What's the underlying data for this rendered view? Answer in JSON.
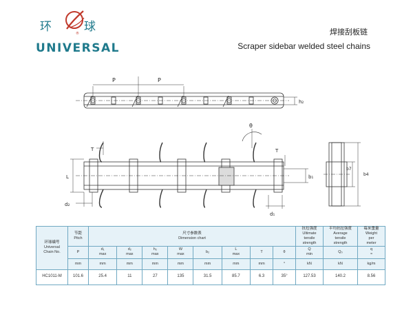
{
  "brand": {
    "cn_left": "环",
    "cn_right": "球",
    "en": "UNIVERSAL",
    "accent_color": "#1f7a8c",
    "mark_color": "#c0392b"
  },
  "title": {
    "cn": "焊接刮板链",
    "en": "Scraper sidebar welded steel chains"
  },
  "drawing": {
    "dim_pitch": "P",
    "dim_h2": "h₂",
    "dim_theta": "θ",
    "dim_t": "T",
    "dim_l": "L",
    "dim_d1": "d₁",
    "dim_d2": "d₂",
    "dim_b1": "b₁",
    "dim_b4": "b4",
    "dim_b7": "b7"
  },
  "table": {
    "col_chain_no": "环球编号\nUniversal\nChain No.",
    "col_pitch": "节距\nPitch",
    "col_dimension": "尺寸参数表\nDimension chart",
    "col_strength": "抗拉强度\nUltimate\ntensile\nstrength",
    "col_avg_strength": "平均抗拉强度\nAverage\ntensile\nstrength",
    "col_weight": "每米重量\nWeight\nper\nmeter",
    "sym": [
      "P",
      "d₁\nmax",
      "d₂\nmax",
      "h₂\nmax",
      "W\nmax",
      "b₂",
      "L\nmax",
      "T",
      "θ",
      "Q\nmin",
      "Q₀",
      "q\n≈"
    ],
    "units": [
      "mm",
      "mm",
      "mm",
      "mm",
      "mm",
      "mm",
      "mm",
      "mm",
      "°",
      "kN",
      "kN",
      "kg/m"
    ],
    "row": {
      "chain_no": "HC1011-M",
      "values": [
        "101.6",
        "25.4",
        "11",
        "27",
        "135",
        "31.5",
        "85.7",
        "6.3",
        "35°",
        "127.53",
        "140.2",
        "8.56"
      ]
    }
  }
}
